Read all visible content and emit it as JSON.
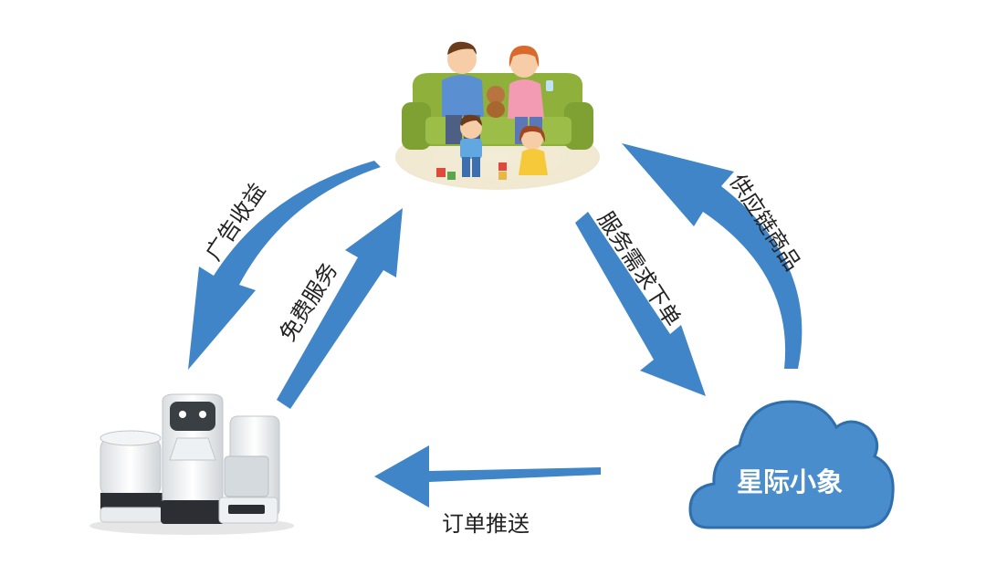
{
  "colors": {
    "arrow": "#3f85c7",
    "cloud": "#4a8dcc",
    "cloud_border": "#2f6fab",
    "sofa": "#8fb13c",
    "ground": "#efe7cf"
  },
  "nodes": {
    "family": "family-illustration",
    "robots": "service-robots",
    "platform": "星际小象"
  },
  "edges": {
    "ad_revenue": "广告收益",
    "free_service": "免费服务",
    "service_order": "服务需求下单",
    "supply_goods": "供应链商品",
    "order_push": "订单推送"
  }
}
